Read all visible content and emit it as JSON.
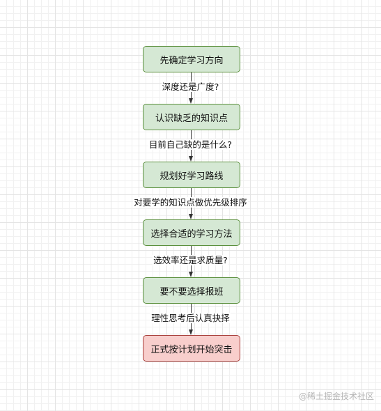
{
  "diagram": {
    "nodes": [
      {
        "id": "n1",
        "label": "先确定学习方向",
        "kind": "step"
      },
      {
        "id": "n2",
        "label": "认识缺乏的知识点",
        "kind": "step"
      },
      {
        "id": "n3",
        "label": "规划好学习路线",
        "kind": "step"
      },
      {
        "id": "n4",
        "label": "选择合适的学习方法",
        "kind": "step"
      },
      {
        "id": "n5",
        "label": "要不要选择报班",
        "kind": "step"
      },
      {
        "id": "n6",
        "label": "正式按计划开始突击",
        "kind": "final"
      }
    ],
    "edges": [
      {
        "from": "n1",
        "to": "n2",
        "label": "深度还是广度?"
      },
      {
        "from": "n2",
        "to": "n3",
        "label": "目前自己缺的是什么?"
      },
      {
        "from": "n3",
        "to": "n4",
        "label": "对要学的知识点做优先级排序"
      },
      {
        "from": "n4",
        "to": "n5",
        "label": "选效率还是求质量?"
      },
      {
        "from": "n5",
        "to": "n6",
        "label": "理性思考后认真抉择"
      }
    ],
    "colors": {
      "step_fill": "#d5e8d4",
      "step_stroke": "#5a8f3c",
      "final_fill": "#f8cecc",
      "final_stroke": "#a8403c",
      "edge": "#333333"
    }
  },
  "watermark": "@稀土掘金技术社区"
}
